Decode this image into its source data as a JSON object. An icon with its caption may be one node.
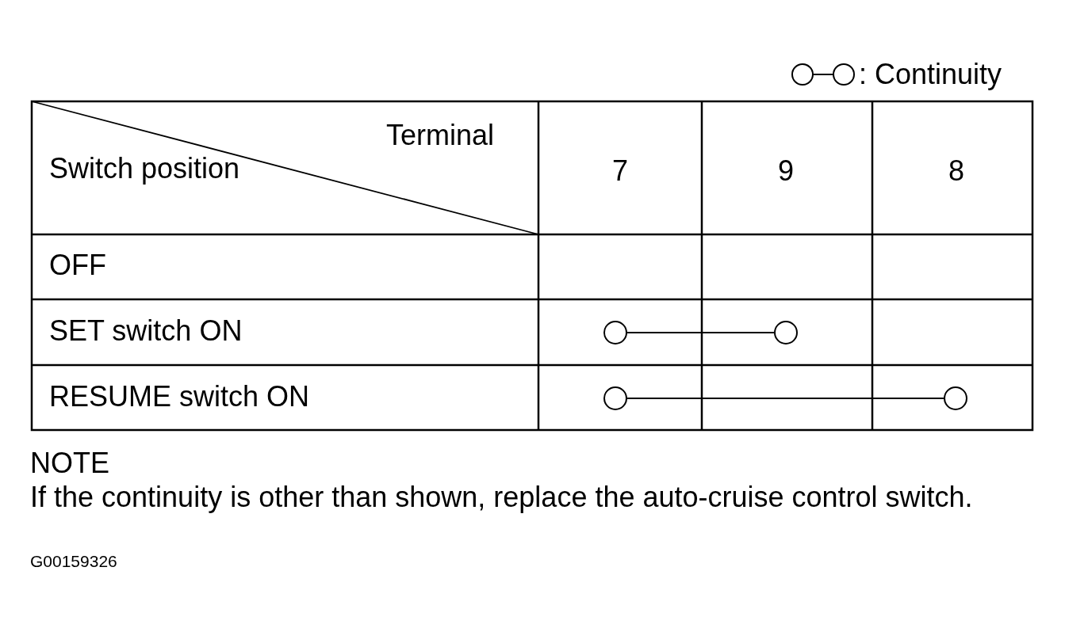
{
  "diagram": {
    "nodes": [
      {
        "text": [],
        "shape": "circle"
      },
      {
        "text": [],
        "shape": "circle"
      },
      {
        "text": [],
        "shape": "circle"
      },
      {
        "text": [],
        "shape": "circle"
      }
    ],
    "edges": [
      {
        "from": 0,
        "to": 1,
        "arrow": "none"
      },
      {
        "from": 2,
        "to": 3,
        "arrow": "none"
      }
    ],
    "labels": [
      "Terminal",
      "Switch position",
      "7",
      "9",
      "8",
      "OFF",
      "SET switch ON",
      "RESUME switch ON",
      "NOTE",
      "If the continuity is other than shown, replace the auto-cruise control switch.",
      "G00159326"
    ],
    "legend": [
      {
        "text": ": Continuity"
      }
    ]
  }
}
